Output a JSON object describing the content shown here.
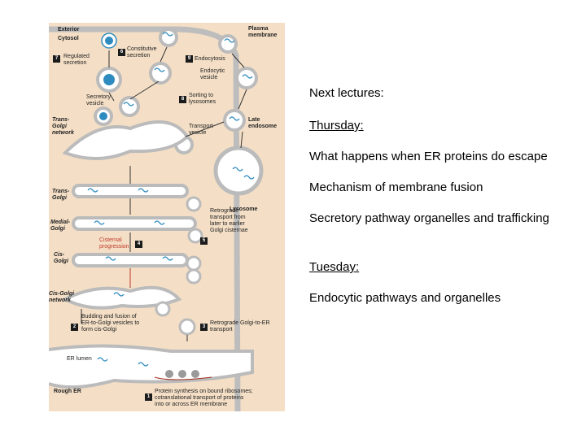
{
  "figure": {
    "labels": {
      "exterior": "Exterior",
      "plasma_membrane": "Plasma\nmembrane",
      "cytosol": "Cytosol",
      "regulated_secretion": "Regulated\nsecretion",
      "constitutive_secretion": "Constitutive\nsecretion",
      "endocytosis": "Endocytosis",
      "endocytic_vesicle": "Endocytic\nvesicle",
      "secretory_vesicle": "Secretory\nvesicle",
      "sorting_to_lysosomes": "Sorting to\nlysosomes",
      "late_endosome": "Late\nendosome",
      "transport_vesicle": "Transport\nvesicle",
      "trans_golgi_network": "Trans-\nGolgi\nnetwork",
      "trans_golgi": "Trans-\nGolgi",
      "lysosome": "Lysosome",
      "medial_golgi": "Medial-\nGolgi",
      "retrograde_transport": "Retrograde\ntransport from\nlater to earlier\nGolgi cisternae",
      "cisternal_progression": "Cisternal\nprogression",
      "cis_golgi": "Cis-\nGolgi",
      "cis_golgi_network": "Cis-Golgi\nnetwork",
      "budding_fusion": "Budding and fusion of\nER-to-Golgi vesicles to\nform cis-Golgi",
      "retrograde_golgi_er": "Retrograde Golgi-to-ER\ntransport",
      "er_lumen": "ER lumen",
      "rough_er": "Rough ER",
      "protein_synthesis": "Protein synthesis on bound ribosomes;\ncotranslational transport of proteins\ninto or across ER membrane"
    },
    "step_numbers": {
      "s1": "1",
      "s2": "2",
      "s3": "3",
      "s4": "4",
      "s5": "5",
      "s6": "6",
      "s7": "7",
      "s8": "8",
      "s9": "9"
    },
    "colors": {
      "background": "#f4dfc6",
      "membrane": "#c9c9c9",
      "vesicle_cargo": "#2e8bc0",
      "arrow": "#333333",
      "cisternal_arrow": "#c0392b"
    }
  },
  "notes": {
    "heading": "Next lectures:",
    "thursday_label": "Thursday:",
    "thursday_items": [
      "What happens when ER proteins do escape",
      "Mechanism of membrane fusion",
      "Secretory pathway organelles and trafficking"
    ],
    "tuesday_label": "Tuesday:",
    "tuesday_items": [
      "Endocytic pathways and organelles"
    ]
  }
}
